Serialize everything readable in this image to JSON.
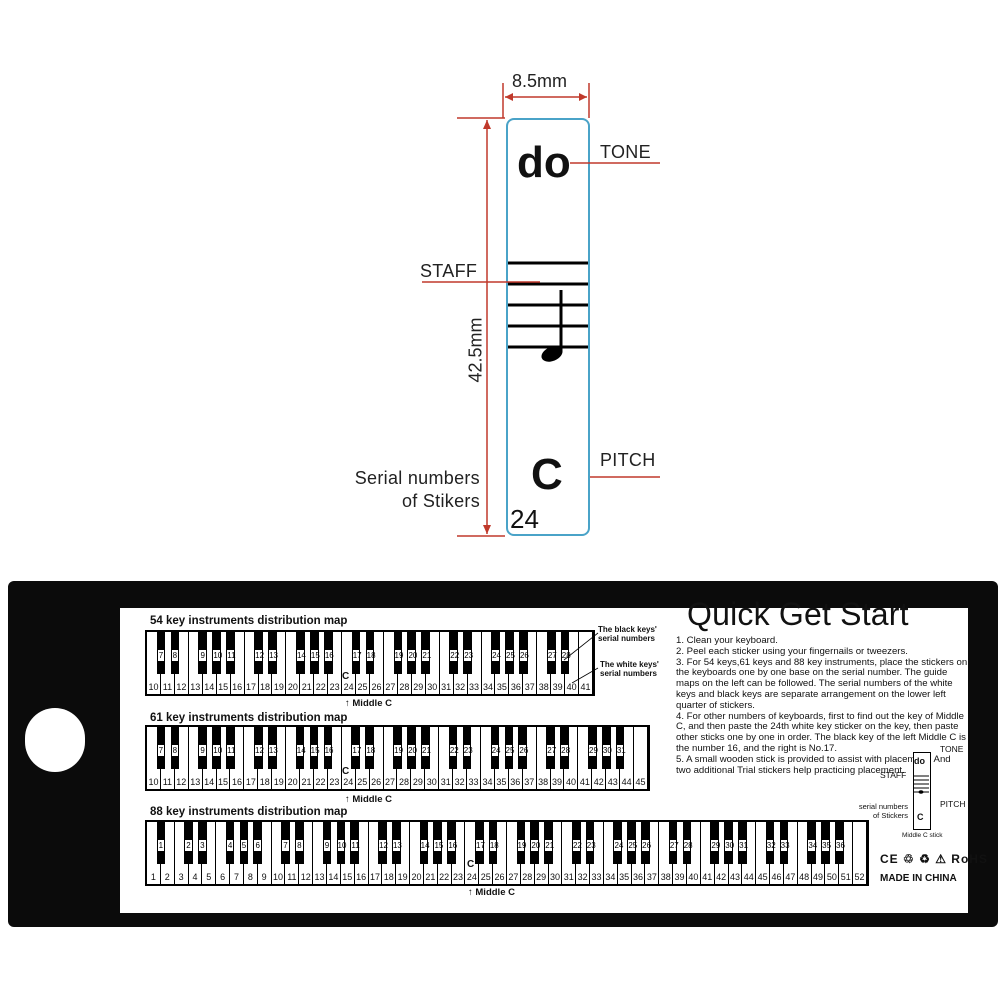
{
  "sticker_diagram": {
    "width_label": "8.5mm",
    "height_label": "42.5mm",
    "tone_text": "do",
    "pitch_text": "C",
    "serial_number": "24",
    "callout_tone": "TONE",
    "callout_staff": "STAFF",
    "callout_pitch": "PITCH",
    "callout_serial_line1": "Serial numbers",
    "callout_serial_line2": "of Stikers",
    "accent_color": "#c0392b",
    "sticker_border_color": "#4aa3c8"
  },
  "guide_card": {
    "title": "Quick Get Start",
    "maps": [
      {
        "title": "54 key instruments distribution map",
        "first_white": 10,
        "last_white": 41,
        "middle_c_label": "Middle C",
        "c_label": "C"
      },
      {
        "title": "61 key instruments distribution map",
        "first_white": 10,
        "last_white": 45,
        "middle_c_label": "Middle C",
        "c_label": "C"
      },
      {
        "title": "88 key instruments distribution map",
        "first_white": 1,
        "last_white": 52,
        "middle_c_label": "Middle C",
        "c_label": "C"
      }
    ],
    "black_keys_note_line1": "The black keys'",
    "black_keys_note_line2": "serial numbers",
    "white_keys_note_line1": "The white keys'",
    "white_keys_note_line2": "serial numbers",
    "steps": [
      "1. Clean your keyboard.",
      "2. Peel each sticker using your fingernails or tweezers.",
      "3. For 54 keys,61 keys and 88 key instruments, place the stickers on the keyboards one by one base on the serial number. The guide maps on the left can be followed. The serial numbers of the white keys and black keys are separate arrangement on the lower left quarter of stickers.",
      "4. For other numbers of keyboards, first to find out the key of Middle C, and then paste the 24th white key sticker on the key, then paste other sticks one by one in order. The black key of the left Middle C is the number 16, and the right is No.17.",
      "5. A small wooden stick is provided to assist with placement. And two additional Trial stickers help practicing placement."
    ],
    "mini_tone": "TONE",
    "mini_staff": "STAFF",
    "mini_pitch": "PITCH",
    "mini_do": "do",
    "mini_c": "C",
    "mini_serial_line1": "serial numbers",
    "mini_serial_line2": "of Stickers",
    "mini_stick_label": "Middle C stick",
    "cert_marks": "CE ♲ ♻ ⚠ RoHS",
    "made_in": "MADE IN CHINA"
  }
}
